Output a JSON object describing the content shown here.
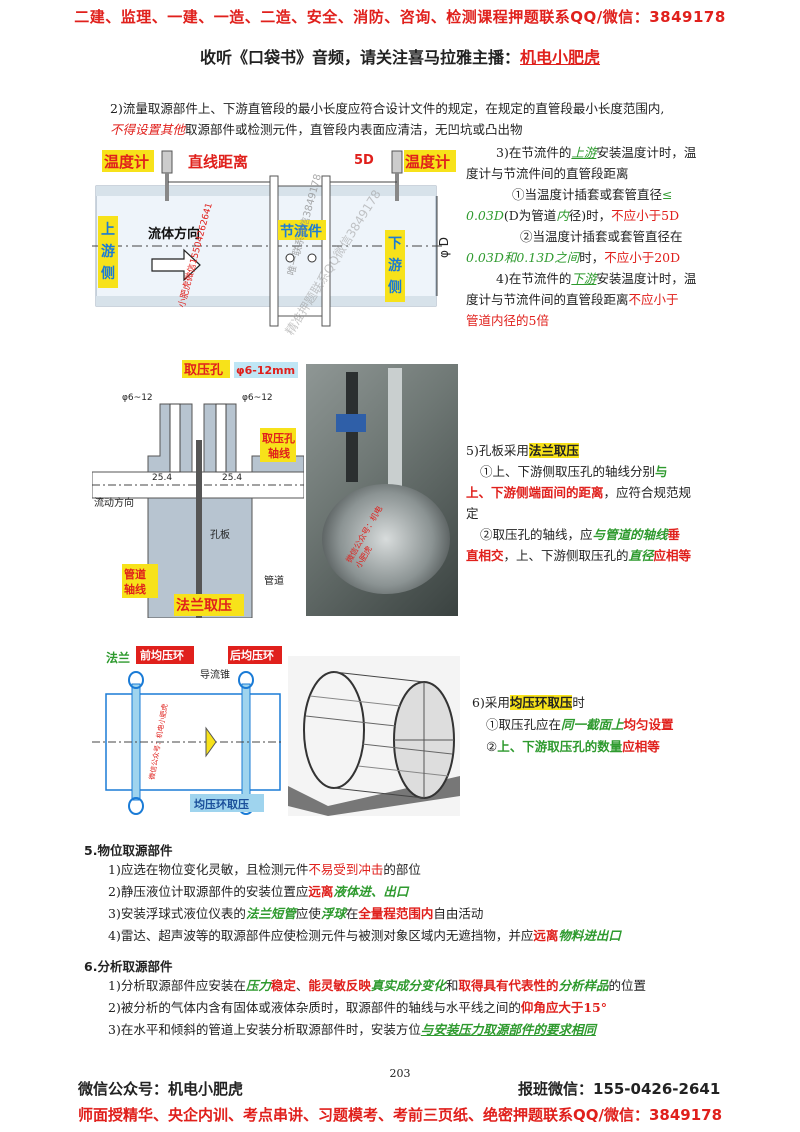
{
  "header": {
    "ad_line": "二建、监理、一建、一造、二造、安全、消防、咨询、检测课程押题联系QQ/微信：3849178",
    "subtitle_prefix": "收听《口袋书》音频，请关注喜马拉雅主播：",
    "subtitle_brand": "机电小肥虎"
  },
  "section2": {
    "line1": "2)流量取源部件上、下游直管段的最小长度应符合设计文件的规定，在规定的直管段最小长度范围内,",
    "line2_em": "不得设置其他",
    "line2_rest": "取源部件或检测元件，直管段内表面应清洁，无凹坑或凸出物"
  },
  "fig1": {
    "label_thermo_left": "温度计",
    "label_straight": "直线距离",
    "label_5d": "5D",
    "label_thermo_right": "温度计",
    "label_upstream": "上游侧",
    "label_flow_dir": "流体方向",
    "label_throttle": "节流件",
    "label_downstream": "下游侧",
    "label_diameter": "φ D",
    "watermark1": "小肥虎微信15504262641",
    "watermark2": "唯一联系微信3849178",
    "watermark3": "精准押题联系QQ微信3849178"
  },
  "section3": {
    "l1a": "3)在节流件的",
    "l1b": "上游",
    "l1c": "安装温度计时，温",
    "l2": "度计与节流件间的直管段距离",
    "l3a": "①当温度计插套或套管直径",
    "l3b": "≤",
    "l4a": "0.03D",
    "l4b": "(D为管道",
    "l4c": "内",
    "l4d": "径)时，",
    "l4e": "不应小于5D",
    "l5": "②当温度计插套或套管直径在",
    "l6a": "0.03D和0.13D之间",
    "l6b": "时，",
    "l6c": "不应小于20D",
    "l7a": "4)在节流件的",
    "l7b": "下游",
    "l7c": "安装温度计时，温",
    "l8a": "度计与节流件间的直管段距离",
    "l8b": "不应小于",
    "l9": "管道内径的5倍"
  },
  "fig2": {
    "label_tap": "取压孔",
    "label_phi": "φ6-12mm",
    "label_phi_l": "φ6~12",
    "label_phi_r": "φ6~12",
    "label_tap_axis": "取压孔轴线",
    "label_dim1": "25.4",
    "label_dim2": "25.4",
    "label_flow": "流动方向",
    "label_plate": "孔板",
    "label_pipe_axis": "管道轴线",
    "label_pipe": "管道",
    "label_flange": "法兰取压",
    "watermark": "微信公众号：机电小肥虎"
  },
  "section5": {
    "l1a": "5)孔板采用",
    "l1b": "法兰取压",
    "l2a": "①上、下游侧取压孔的轴线分别",
    "l2b": "与",
    "l3a": "上、下游侧端面间的距离",
    "l3b": "，应符合规范规",
    "l4": "定",
    "l5a": "②取压孔的轴线，应",
    "l5b": "与管道的轴线",
    "l5c": "垂",
    "l6a": "直相交",
    "l6b": "，上、下游侧取压孔的",
    "l6c": "直径",
    "l6d": "应相等"
  },
  "fig3": {
    "label_flange": "法兰",
    "label_front": "前均压环",
    "label_back": "后均压环",
    "label_guide": "导流锥",
    "label_ring": "均压环取压",
    "watermark": "微信公众号：机电小肥虎"
  },
  "section6": {
    "l1a": "6)采用",
    "l1b": "均压环取压",
    "l1c": "时",
    "l2a": "①取压孔应在",
    "l2b": "同一截面上",
    "l2c": "均匀设置",
    "l3a": "②",
    "l3b": "上、下游取压孔的数量",
    "l3c": "应相等"
  },
  "level": {
    "title": "5.物位取源部件",
    "i1a": "1)应选在物位变化灵敏，且检测元件",
    "i1b": "不易受到冲击",
    "i1c": "的部位",
    "i2a": "2)静压液位计取源部件的安装位置应",
    "i2b": "远离",
    "i2c": "液体进、出口",
    "i3a": "3)安装浮球式液位仪表的",
    "i3b": "法兰短管",
    "i3c": "应使",
    "i3d": "浮球",
    "i3e": "在",
    "i3f": "全量程范围内",
    "i3g": "自由活动",
    "i4a": "4)雷达、超声波等的取源部件应使检测元件与被测对象区域内无遮挡物，并应",
    "i4b": "远离",
    "i4c": "物料进出口"
  },
  "analysis": {
    "title": "6.分析取源部件",
    "i1a": "1)分析取源部件应安装在",
    "i1b": "压力",
    "i1c": "稳定",
    "i1d": "、",
    "i1e": "能灵敏反映",
    "i1f": "真实成分变化",
    "i1g": "和",
    "i1h": "取得具有代表性的",
    "i1i": "分析样品",
    "i1j": "的位置",
    "i2a": "2)被分析的气体内含有固体或液体杂质时，取源部件的轴线与水平线之间的",
    "i2b": "仰角应大于15°",
    "i3a": "3)在水平和倾斜的管道上安装分析取源部件时，安装方位",
    "i3b": "与安装压力取源部件的要求相同"
  },
  "footer": {
    "page": "203",
    "left": "微信公众号：机电小肥虎",
    "right": "报班微信：155-0426-2641",
    "ad_line": "师面授精华、央企内训、考点串讲、习题模考、考前三页纸、绝密押题联系QQ/微信：3849178"
  }
}
